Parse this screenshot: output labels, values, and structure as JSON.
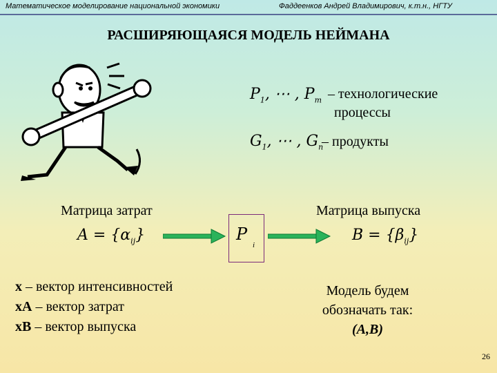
{
  "header": {
    "left": "Математическое моделирование национальной экономики",
    "right": "Фаддеенков Андрей Владимирович, к.т.н., НГТУ"
  },
  "title": "РАСШИРЯЮЩАЯСЯ МОДЕЛЬ НЕЙМАНА",
  "processes": {
    "expr_first": "P",
    "expr_first_sub": "1",
    "expr_mid": ", ⋯ , ",
    "expr_last": "P",
    "expr_last_sub": "m",
    "label_line1": "– технологические",
    "label_line2": "процессы"
  },
  "products": {
    "expr_first": "G",
    "expr_first_sub": "1",
    "expr_mid": ", ⋯ , ",
    "expr_last": "G",
    "expr_last_sub": "n",
    "label": "– продукты"
  },
  "cost_matrix": {
    "label": "Матрица затрат",
    "formula": "A = {α",
    "formula_sub": "ij",
    "formula_end": "}"
  },
  "output_matrix": {
    "label": "Матрица выпуска",
    "formula": "B = {β",
    "formula_sub": "ij",
    "formula_end": "}"
  },
  "process_box": {
    "symbol": "P",
    "sub": "i"
  },
  "vectors": {
    "line1_bold": "x",
    "line1": " – вектор интенсивностей",
    "line2_bold": "xA",
    "line2": " – вектор затрат",
    "line3_bold": "xB",
    "line3": " – вектор выпуска"
  },
  "model_note": {
    "line1": "Модель будем",
    "line2": "обозначать так:",
    "line3": "(A,B)"
  },
  "page_number": "26",
  "colors": {
    "arrow": "#2bb35a",
    "arrow_dark": "#0d7a34",
    "box_border": "#7a2a7a",
    "header_line": "#5a6b9a"
  }
}
